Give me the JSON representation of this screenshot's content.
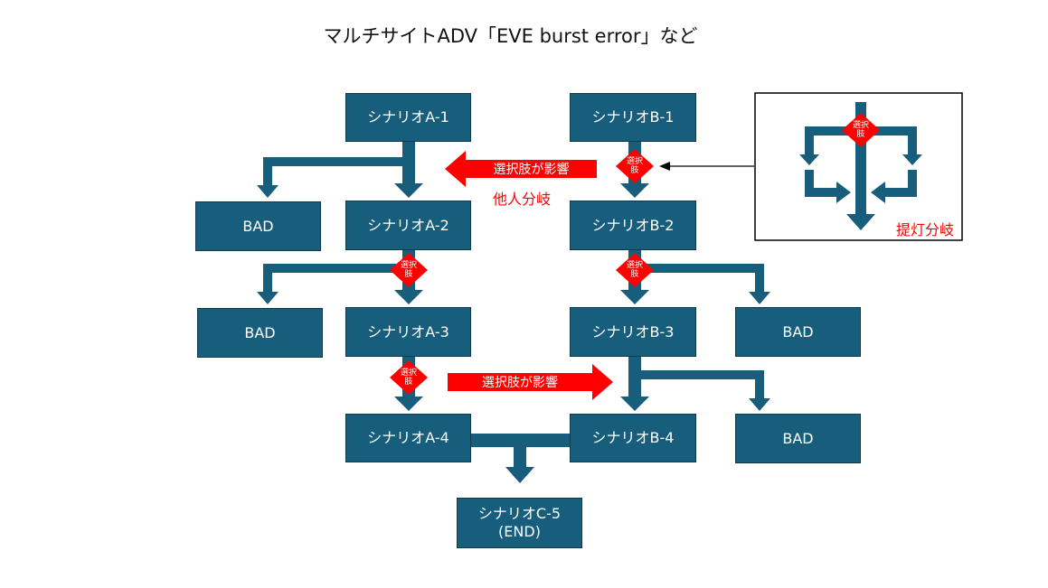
{
  "title": "マルチサイトADV「EVE burst error」など",
  "scenarios": {
    "a1": "シナリオA-1",
    "a2": "シナリオA-2",
    "a3": "シナリオA-3",
    "a4": "シナリオA-4",
    "b1": "シナリオB-1",
    "b2": "シナリオB-2",
    "b3": "シナリオB-3",
    "b4": "シナリオB-4",
    "c5": "シナリオC-5\n(END)"
  },
  "bad_label": "BAD",
  "choice_marker": "選択\n肢",
  "influence_label": "選択肢が影響",
  "other_branch_label": "他人分岐",
  "lantern_branch_label": "提灯分岐",
  "colors": {
    "node_fill": "#175e7d",
    "connector": "#175e7d",
    "highlight": "#ff0000"
  }
}
